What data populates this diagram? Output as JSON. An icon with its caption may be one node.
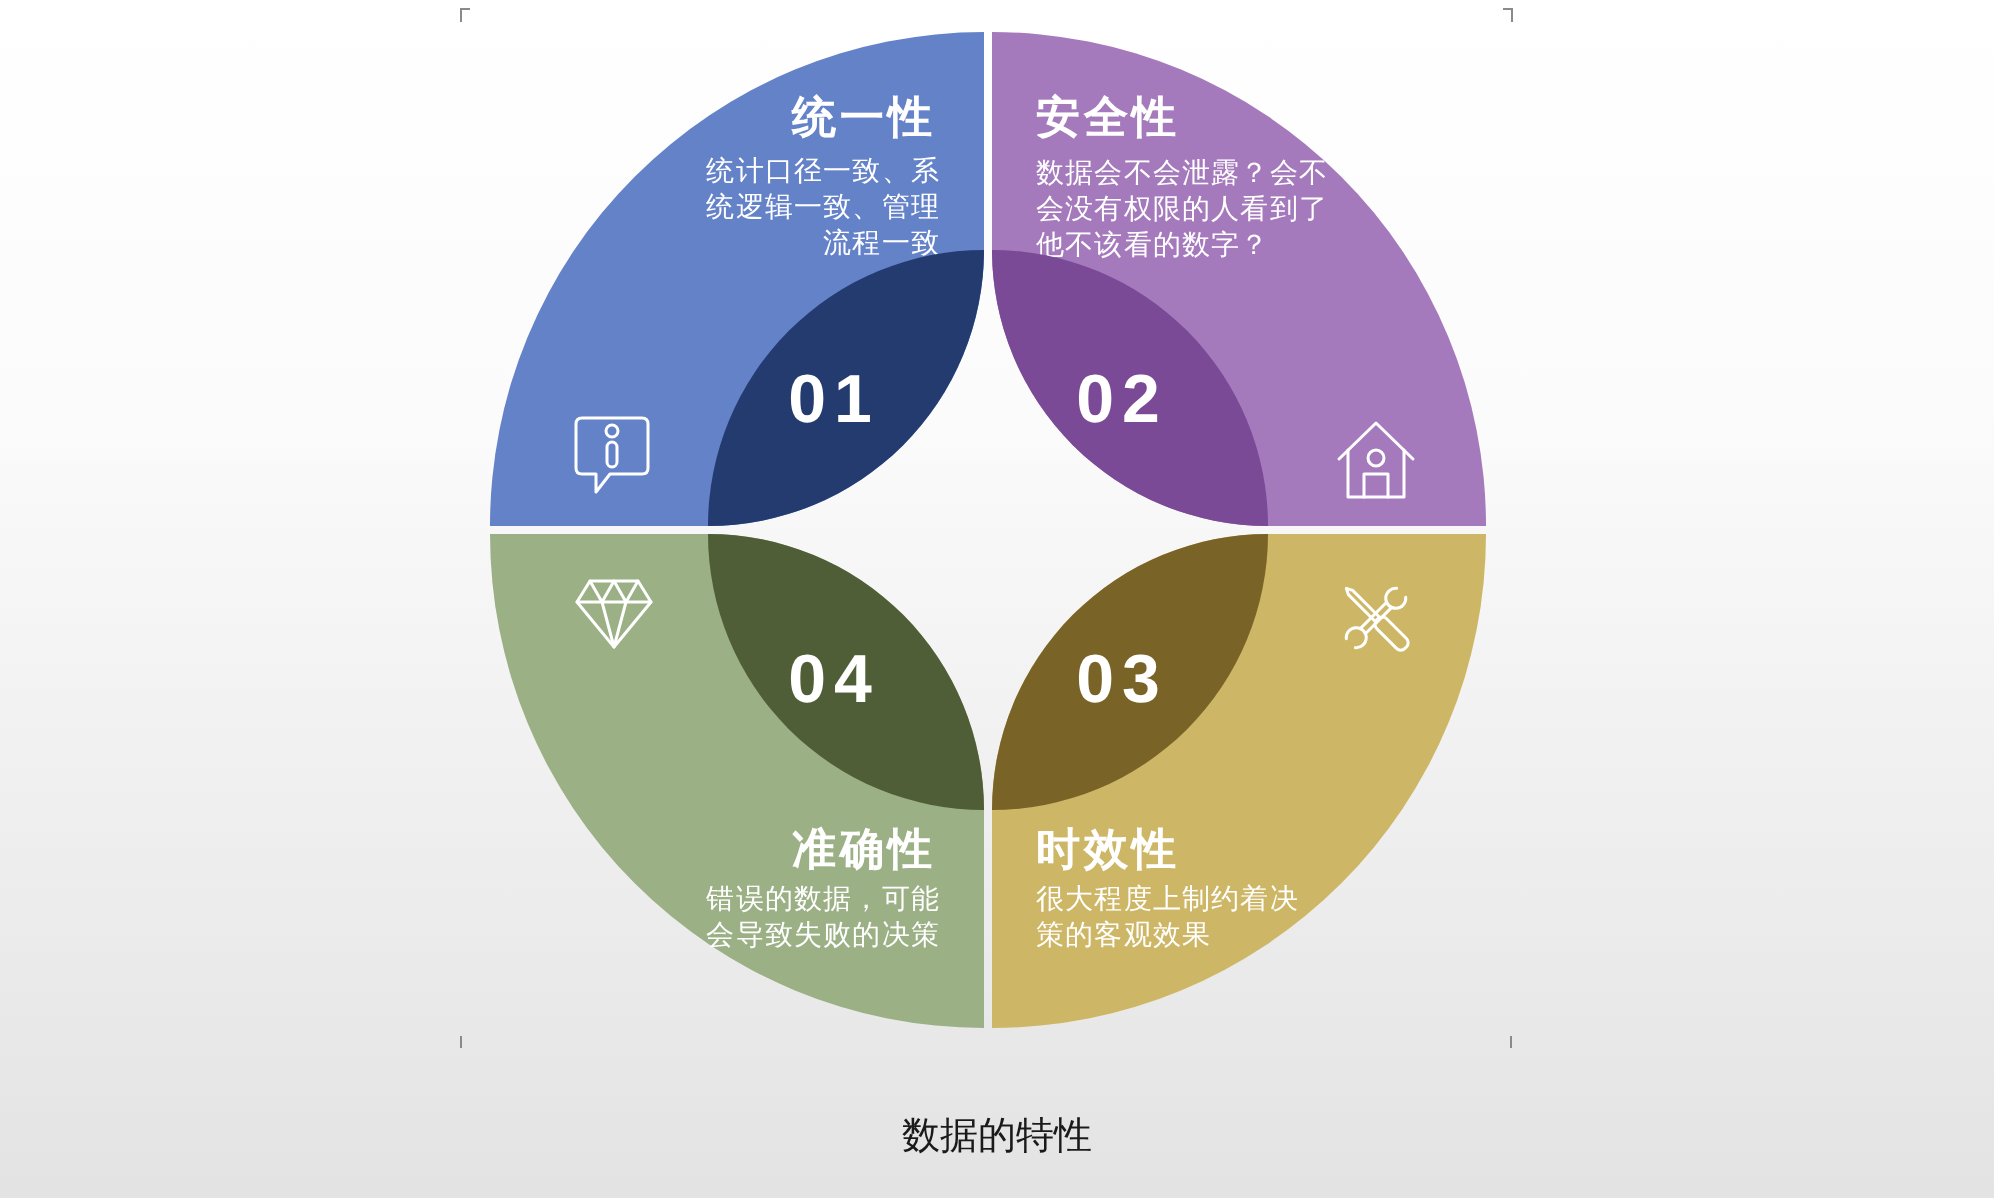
{
  "diagram": {
    "caption": "数据的特性",
    "nodes": [
      {
        "text": [
          "统一性",
          "统计口径一致、系统逻辑一致、管理流程一致"
        ]
      },
      {
        "text": [
          "01"
        ],
        "in": 0
      },
      {
        "text": [
          "安全性",
          "数据会不会泄露？会不会没有权限的人看到了他不该看的数字？"
        ]
      },
      {
        "text": [
          "02"
        ],
        "in": 2
      },
      {
        "text": [
          "时效性",
          "很大程度上制约着决策的客观效果"
        ]
      },
      {
        "text": [
          "03"
        ],
        "in": 4
      },
      {
        "text": [
          "准确性",
          "错误的数据，可能会导致失败的决策"
        ]
      },
      {
        "text": [
          "04"
        ],
        "in": 6
      }
    ]
  }
}
